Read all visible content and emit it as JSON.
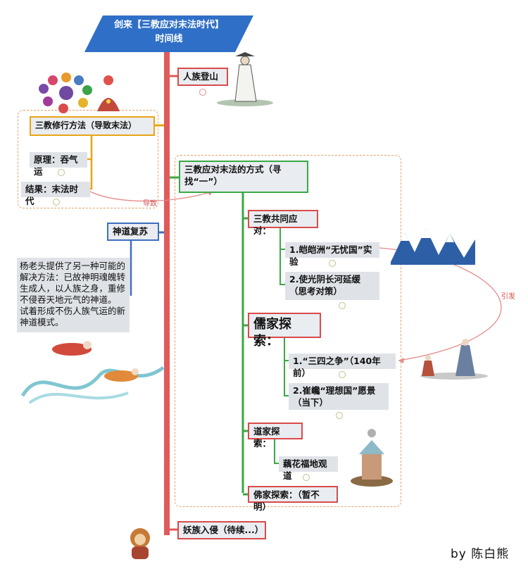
{
  "title": {
    "line1": "剑来【三教应对末法时代】",
    "line2": "时间线"
  },
  "nodes": {
    "renzu": "人族登山",
    "sanjiao_xiuxing": "三教修行方法（导致末法）",
    "yuanli": "原理：吞气运",
    "jieguo": "结果：末法时代",
    "sanjiao_yingdui": "三教应对末法的方式（寻找“一”）",
    "shendao": "神道复苏",
    "gongtong": "三教共同应对：",
    "gongtong_1": "1.皑皑洲“无忧国”实验",
    "gongtong_2": "2.使光阴长河延缓（思考对策）",
    "rujia": "儒家探索：",
    "rujia_1": "1.“三四之争”（140年前）",
    "rujia_2": "2.崔巉“理想国”愿景（当下）",
    "daojia": "道家探索：",
    "daojia_1": "藕花福地观道",
    "fojia": "佛家探索：（暂不明）",
    "yaozu": "妖族入侵（待续...）"
  },
  "shendao_note": {
    "lines": [
      "杨老头提供了另一种可能的",
      "解决方法：已故神明魂魄转",
      "生成人，以人族之身，重修",
      "不侵吞天地元气的神道。",
      "试着形成不伤人族气运的新",
      "神道模式。"
    ]
  },
  "link_labels": {
    "daozhi": "导致",
    "yinfa": "引发"
  },
  "byline": "by 陈白熊",
  "colors": {
    "spine": "#e05a5a",
    "title_bg": "#2f6fc7",
    "red": "#d94b4b",
    "green": "#3aa845",
    "orange": "#e8a516",
    "blue": "#3f6fbf"
  }
}
